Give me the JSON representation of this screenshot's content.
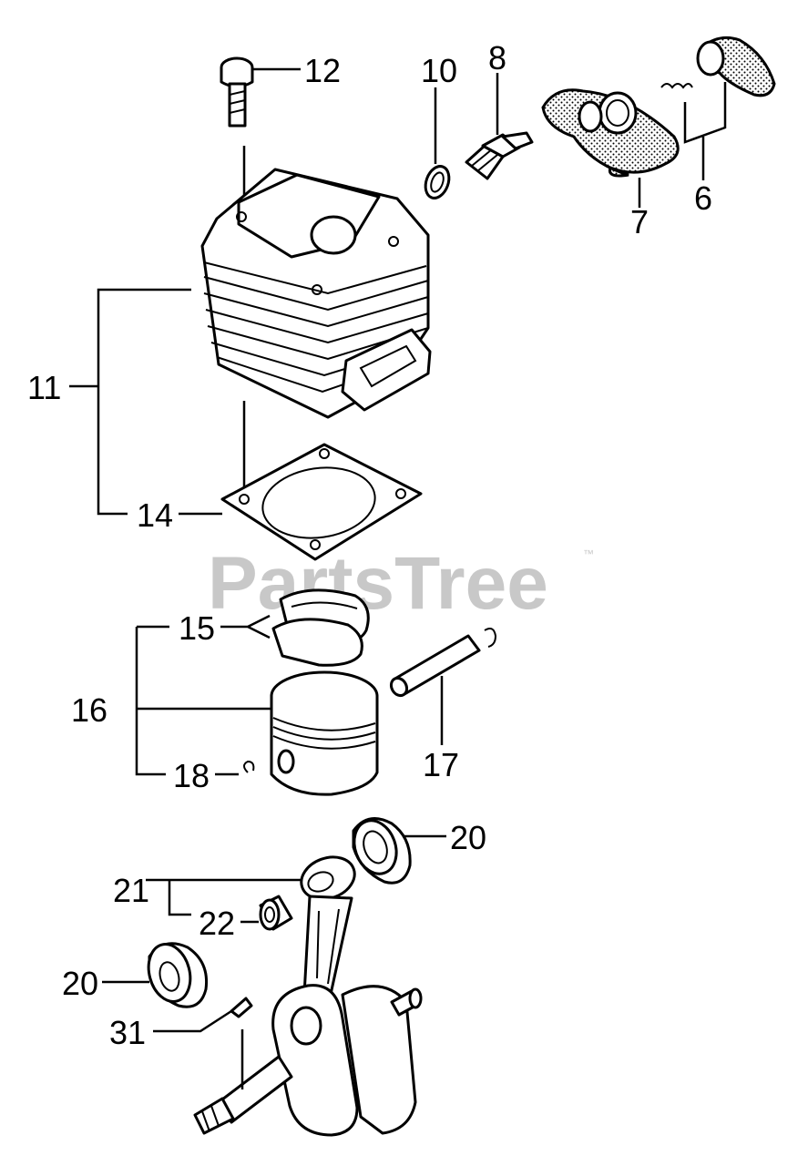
{
  "watermark": {
    "brand": "PartsTree",
    "trademark": "™"
  },
  "callouts": {
    "c6": "6",
    "c7": "7",
    "c8": "8",
    "c10": "10",
    "c11": "11",
    "c12": "12",
    "c14": "14",
    "c15": "15",
    "c16": "16",
    "c17": "17",
    "c18": "18",
    "c20a": "20",
    "c20b": "20",
    "c21": "21",
    "c22": "22",
    "c31": "31"
  }
}
